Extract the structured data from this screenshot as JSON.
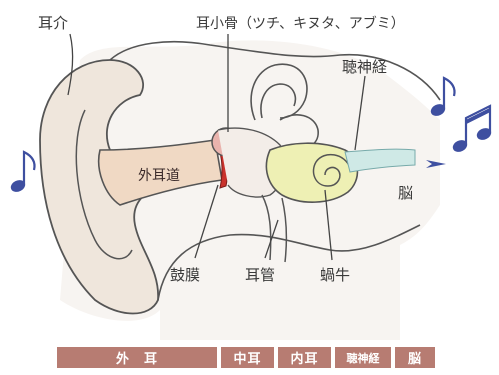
{
  "labels": {
    "outer_ear": "耳介",
    "ossicles": "耳小骨（ツチ、キヌタ、アブミ）",
    "auditory_nerve": "聴神経",
    "ear_canal": "外耳道",
    "eardrum": "鼓膜",
    "eustachian_tube": "耳管",
    "cochlea": "蝸牛",
    "brain": "脳"
  },
  "bar": {
    "outer": "外　耳",
    "middle": "中耳",
    "inner": "内耳",
    "nerve": "聴神経",
    "brain": "脳"
  },
  "colors": {
    "note": "#3e4fa0",
    "bar": "#b77c72",
    "canal": "#f0d9c4",
    "cochlea": "#eef0b4",
    "nerve": "#cfe9e6"
  }
}
